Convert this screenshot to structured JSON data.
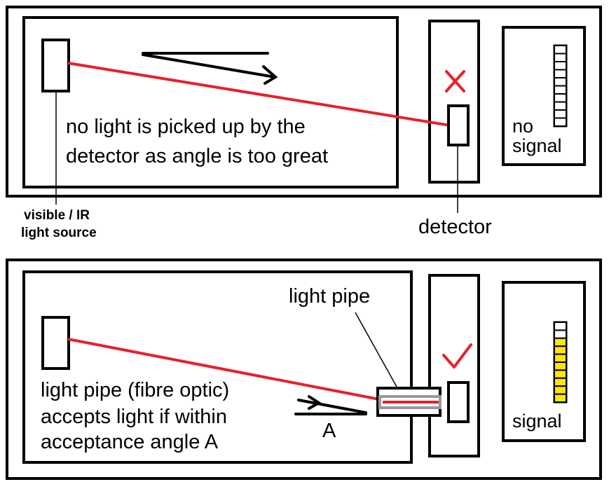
{
  "top_panel": {
    "caption_line1": "no light is picked up by the",
    "caption_line2": "detector as angle is too great",
    "status_mark": "✕",
    "meter_label_line1": "no",
    "meter_label_line2": "signal",
    "meter_segments_total": 10,
    "meter_segments_lit": 0
  },
  "bottom_panel": {
    "caption_line1": "light pipe (fibre optic)",
    "caption_line2": "accepts light if within",
    "caption_line3": "acceptance angle A",
    "angle_label": "A",
    "light_pipe_label": "light pipe",
    "status_mark": "✓",
    "meter_label": "signal",
    "meter_segments_total": 10,
    "meter_segments_lit": 8
  },
  "callouts": {
    "source_line1": "visible / IR",
    "source_line2": "light source",
    "detector": "detector"
  },
  "colors": {
    "beam": "#e8202a",
    "mark": "#e8202a",
    "meter_lit": "#ffe600",
    "pipe_core": "#999999"
  }
}
